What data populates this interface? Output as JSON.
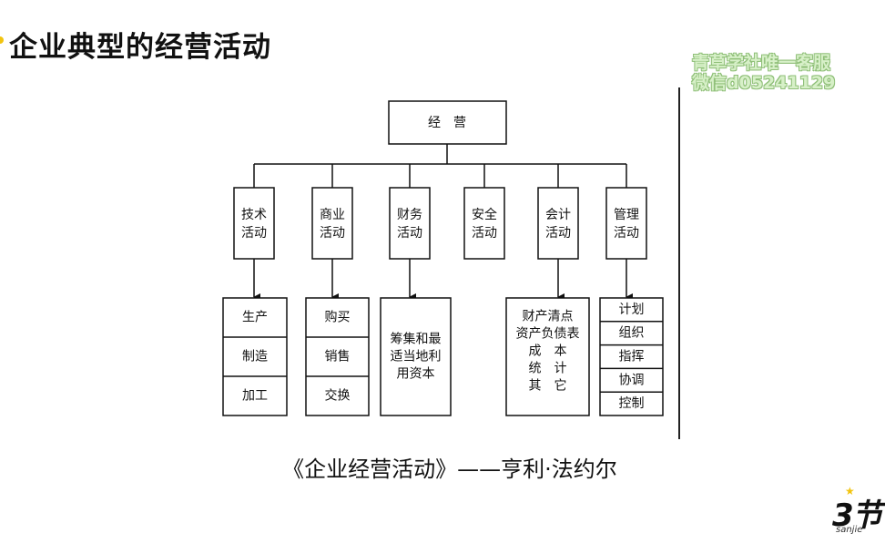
{
  "title": "企业典型的经营活动",
  "watermark": {
    "line1": "青草学社唯一客服",
    "line2": "微信d05241129"
  },
  "diagram": {
    "root": "经　营",
    "categories": [
      {
        "lines": [
          "技术",
          "活动"
        ],
        "items": [
          "生产",
          "制造",
          "加工"
        ]
      },
      {
        "lines": [
          "商业",
          "活动"
        ],
        "items": [
          "购买",
          "销售",
          "交换"
        ]
      },
      {
        "lines": [
          "财务",
          "活动"
        ],
        "items": [
          "筹集和最",
          "适当地利",
          "用资本"
        ]
      },
      {
        "lines": [
          "安全",
          "活动"
        ],
        "items": []
      },
      {
        "lines": [
          "会计",
          "活动"
        ],
        "items": [
          "财产清点",
          "资产负债表",
          "成　本",
          "统　计",
          "其　它"
        ]
      },
      {
        "lines": [
          "管理",
          "活动"
        ],
        "items": [
          "计划",
          "组织",
          "指挥",
          "协调",
          "控制"
        ]
      }
    ]
  },
  "caption": "《企业经营活动》——亨利·法约尔",
  "logo": {
    "main": "3节",
    "sub": "sanjie"
  },
  "colors": {
    "accent": "#f2c40f",
    "watermark": "#d7f0c8"
  }
}
